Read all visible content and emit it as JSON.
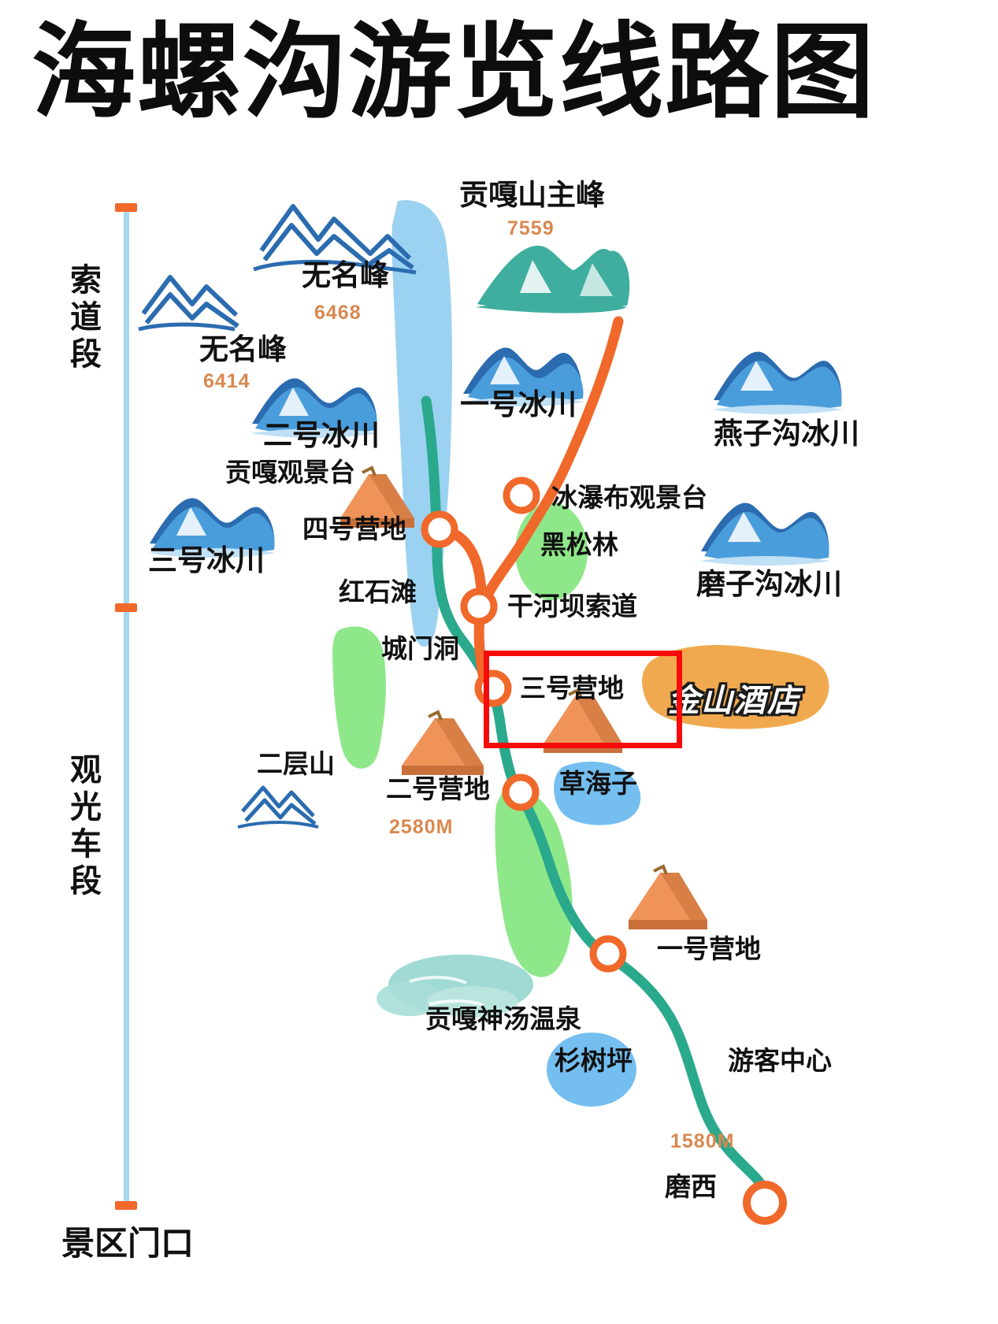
{
  "title": "海螺沟游览线路图",
  "axis": {
    "segments": [
      {
        "id": "cableway",
        "label": "索道段"
      },
      {
        "id": "shuttle-bus",
        "label": "观光车段"
      }
    ],
    "gate_label": "景区门口",
    "tick_color": "#f0682a",
    "line_color": "#a8d7f0"
  },
  "colors": {
    "cableway_route": "#f0682a",
    "road_route": "#2aa98c",
    "glacier_ice": "#9bd2f2",
    "forest_green": "#8ee88a",
    "lake_blue": "#74bef0",
    "hot_spring": "#8fd3cc",
    "hotel_highlight": "#f0a94e",
    "highlight_box": "#f60b0b",
    "elevation_text": "#d9884f",
    "peak_teal": "#3fae9e",
    "peak_blue": "#2b6cb0",
    "tent_orange": "#ef9359"
  },
  "peaks": [
    {
      "name": "贡嘎山主峰",
      "elevation": "7559"
    },
    {
      "name": "无名峰",
      "elevation": "6468"
    },
    {
      "name": "无名峰",
      "elevation": "6414"
    }
  ],
  "glaciers": [
    {
      "name": "一号冰川"
    },
    {
      "name": "二号冰川"
    },
    {
      "name": "三号冰川"
    },
    {
      "name": "燕子沟冰川"
    },
    {
      "name": "磨子沟冰川"
    }
  ],
  "places": [
    {
      "name": "贡嘎观景台"
    },
    {
      "name": "冰瀑布观景台"
    },
    {
      "name": "黑松林"
    },
    {
      "name": "红石滩"
    },
    {
      "name": "城门洞"
    },
    {
      "name": "二层山"
    },
    {
      "name": "草海子"
    },
    {
      "name": "贡嘎神汤温泉"
    },
    {
      "name": "杉树坪"
    },
    {
      "name": "游客中心"
    }
  ],
  "stations": [
    {
      "name": "四号营地",
      "elevation": ""
    },
    {
      "name": "干河坝索道",
      "elevation": ""
    },
    {
      "name": "三号营地",
      "elevation": ""
    },
    {
      "name": "二号营地",
      "elevation": "2580M"
    },
    {
      "name": "一号营地",
      "elevation": ""
    },
    {
      "name": "磨西",
      "elevation": "1580M"
    }
  ],
  "hotel": {
    "name": "金山酒店"
  },
  "highlight": {
    "target": "三号营地"
  }
}
